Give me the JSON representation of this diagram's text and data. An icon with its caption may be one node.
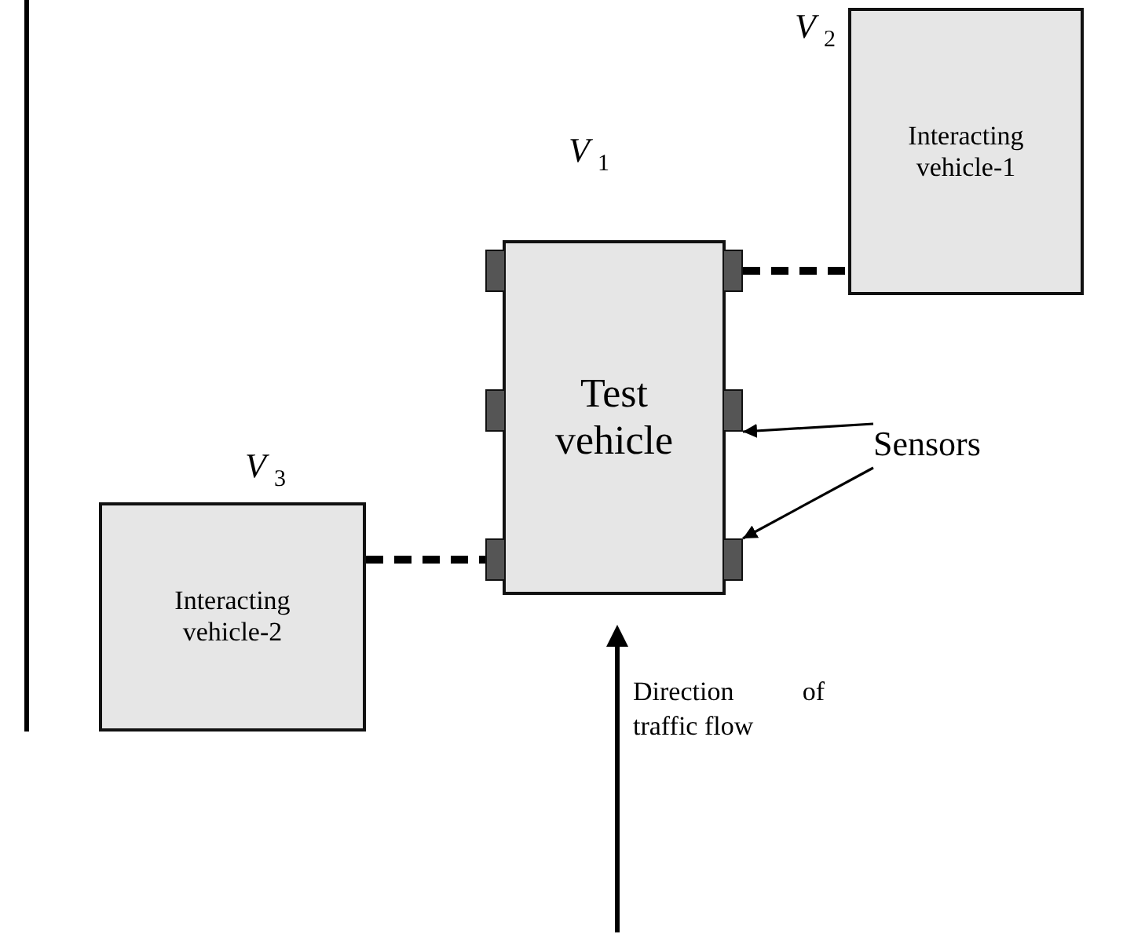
{
  "diagram": {
    "nodes": [
      {
        "text": [
          "Interacting vehicle-1"
        ],
        "beside": [
          "V $_{2}$"
        ]
      },
      {
        "text": [
          "Test vehicle"
        ],
        "beside": [
          "V $_{1}$"
        ]
      },
      {
        "text": [
          "Interacting vehicle-2"
        ],
        "beside": [
          "V $_{3}$"
        ]
      },
      {
        "text": [],
        "shape": "box"
      },
      {
        "text": [],
        "shape": "box"
      },
      {
        "text": [],
        "shape": "box"
      },
      {
        "text": [],
        "shape": "box"
      },
      {
        "text": [],
        "shape": "box"
      },
      {
        "text": [],
        "shape": "box"
      },
      {
        "text": [
          "Sensors"
        ]
      }
    ],
    "edges": [
      {
        "from": 4,
        "to": 0,
        "arrow": "none",
        "style": "dashed"
      },
      {
        "from": 2,
        "to": 7,
        "arrow": "none",
        "style": "dashed"
      },
      {
        "from": 9,
        "to": 6,
        "arrow": "to"
      },
      {
        "from": 9,
        "to": 8,
        "arrow": "to"
      }
    ],
    "labels": [
      "Direction of traffic flow"
    ]
  }
}
